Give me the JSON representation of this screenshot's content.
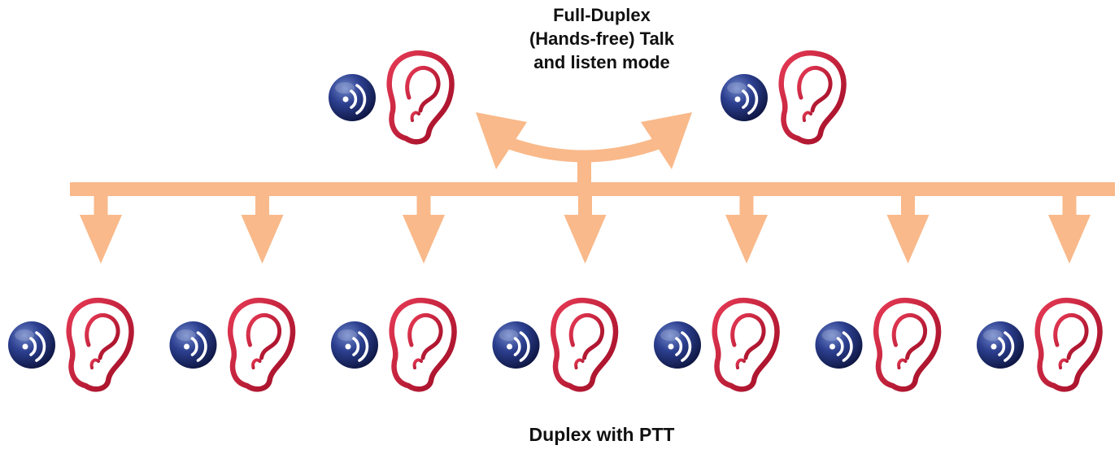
{
  "full_duplex_label": [
    "Full-Duplex",
    "(Hands-free) Talk",
    "and listen mode"
  ],
  "ptt_label": "Duplex with PTT",
  "colors": {
    "arrow": "#F9B98A",
    "ear": "#C8102E",
    "speaker": "#1E2B6E"
  },
  "icons": {
    "speaker": "speaker-icon",
    "ear": "ear-icon"
  },
  "full_duplex_station_count": 2,
  "ptt_station_count": 7
}
